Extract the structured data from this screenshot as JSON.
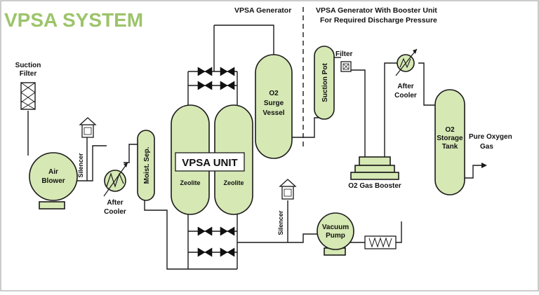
{
  "title": "VPSA SYSTEM",
  "colors": {
    "title": "#9cc46a",
    "equipment_fill": "#d6e8b4",
    "line": "#1a1a1a"
  },
  "sections": {
    "generator": "VPSA  Generator",
    "booster_line1": "VPSA Generator With Booster Unit",
    "booster_line2": "For Required Discharge Pressure"
  },
  "labels": {
    "suction_filter_1": "Suction",
    "suction_filter_2": "Filter",
    "air_blower_1": "Air",
    "air_blower_2": "Blower",
    "silencer": "Silencer",
    "after_cooler_1": "After",
    "after_cooler_2": "Cooler",
    "moist_sep": "Moist. Sep.",
    "vpsa_unit": "VPSA UNIT",
    "zeolite": "Zeolite",
    "o2_surge_1": "O2",
    "o2_surge_2": "Surge",
    "o2_surge_3": "Vessel",
    "suction_pot": "Suction Pot",
    "filter": "Filter",
    "o2_gas_booster": "O2 Gas Booster",
    "o2_storage_1": "O2",
    "o2_storage_2": "Storage",
    "o2_storage_3": "Tank",
    "pure_oxygen_1": "Pure Oxygen",
    "pure_oxygen_2": "Gas",
    "vacuum_pump_1": "Vacuum",
    "vacuum_pump_2": "Pump"
  }
}
